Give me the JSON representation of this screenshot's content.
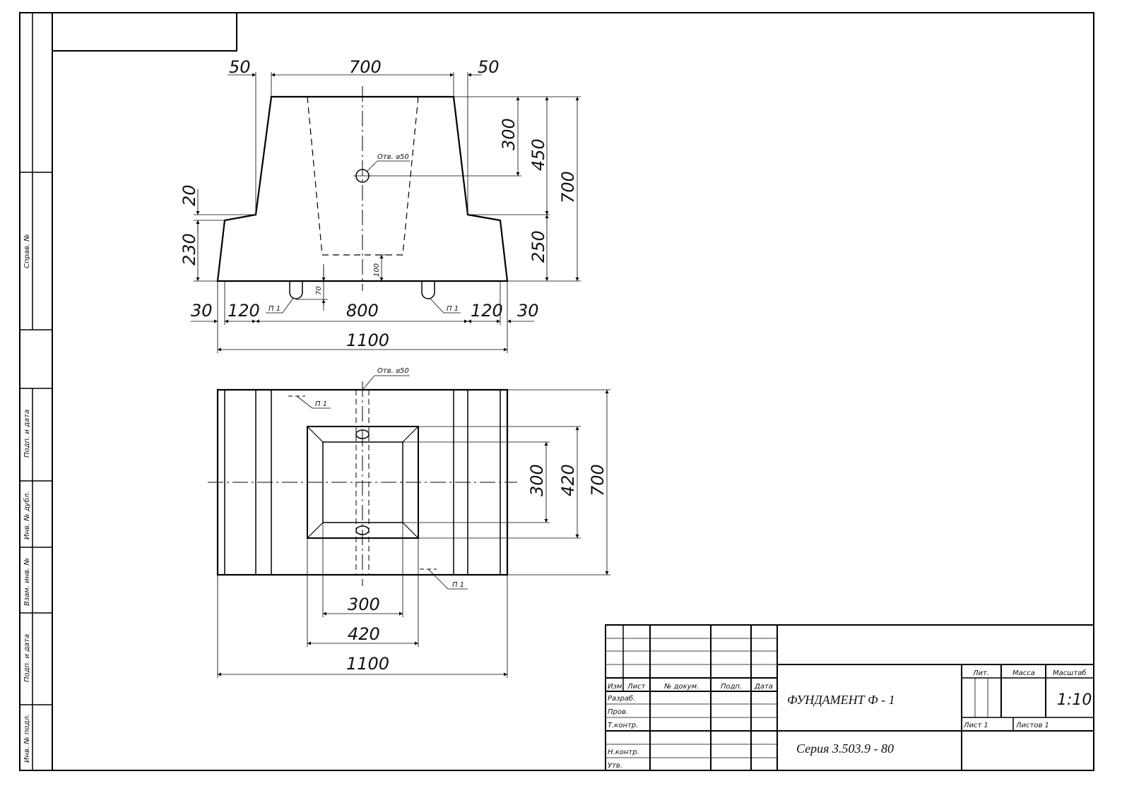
{
  "colors": {
    "line": "#000000",
    "paper": "#ffffff"
  },
  "side_stamps": {
    "sprav": "Справ. №",
    "podp1": "Подп. и дата",
    "inv_dubl": "Инв. № дубл.",
    "vzam": "Взам. инв. №",
    "podp2": "Подп. и дата",
    "inv_podl": "Инв. № подл."
  },
  "front_view": {
    "dim_top_left": "50",
    "dim_top_mid": "700",
    "dim_top_right": "50",
    "dim_300": "300",
    "dim_450": "450",
    "dim_700": "700",
    "dim_250": "250",
    "dim_20": "20",
    "dim_230": "230",
    "dim_100": "100",
    "dim_70": "70",
    "dim_b30_left": "30",
    "dim_b120_left": "120",
    "dim_b800": "800",
    "dim_b120_right": "120",
    "dim_b30_right": "30",
    "dim_1100": "1100",
    "hole_label": "Отв. ⌀50",
    "loop_left": "П 1",
    "loop_right": "П 1"
  },
  "plan_view": {
    "hole_label": "Отв. ⌀50",
    "loop_top": "П 1",
    "loop_bottom": "П 1",
    "dim_300_v": "300",
    "dim_420_v": "420",
    "dim_700_v": "700",
    "dim_300_h": "300",
    "dim_420_h": "420",
    "dim_1100": "1100"
  },
  "title_block": {
    "col_izm": "Изм.",
    "col_list": "Лист",
    "col_doc": "№ докум.",
    "col_podp": "Подп.",
    "col_data": "Дата",
    "row_razrab": "Разраб.",
    "row_prov": "Пров.",
    "row_tkontr": "Т.контр.",
    "row_nkontr": "Н.контр.",
    "row_utv": "Утв.",
    "name": "ФУНДАМЕНТ Ф - 1",
    "lit": "Лит.",
    "massa": "Масса",
    "masshtab": "Масштаб",
    "scale": "1:10",
    "sheet": "Лист  1",
    "sheets": "Листов  1",
    "series": "Серия 3.503.9 - 80"
  }
}
